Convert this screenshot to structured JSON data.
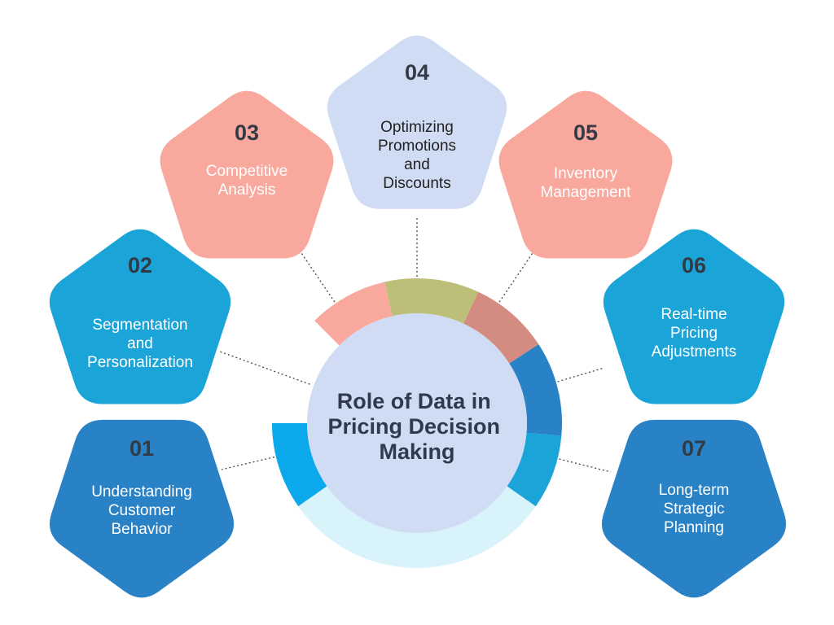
{
  "title": {
    "lines": [
      "Role of Data in",
      "Pricing Decision",
      "Making"
    ]
  },
  "colors": {
    "dark_blue": "#2a82c6",
    "cyan": "#1ba4d8",
    "salmon": "#f8a89d",
    "lavender": "#cfdcf3",
    "olive": "#bdbf78",
    "rose": "#d48c80",
    "bright_blue": "#0ba8ec",
    "pale_cyan": "#d9f3fb",
    "text_dark": "#333a45",
    "text_white": "#ffffff"
  },
  "items": [
    {
      "number": "01",
      "lines": [
        "Understanding",
        "Customer",
        "Behavior"
      ],
      "color": "#2a82c6",
      "text_color": "#ffffff"
    },
    {
      "number": "02",
      "lines": [
        "Segmentation",
        "and",
        "Personalization"
      ],
      "color": "#1ba4d8",
      "text_color": "#ffffff"
    },
    {
      "number": "03",
      "lines": [
        "Competitive",
        "Analysis"
      ],
      "color": "#f8a89d",
      "text_color": "#ffffff"
    },
    {
      "number": "04",
      "lines": [
        "Optimizing",
        "Promotions",
        "and",
        "Discounts"
      ],
      "color": "#cfdcf3",
      "text_color": "#222222"
    },
    {
      "number": "05",
      "lines": [
        "Inventory",
        "Management"
      ],
      "color": "#f8a89d",
      "text_color": "#ffffff"
    },
    {
      "number": "06",
      "lines": [
        "Real-time",
        "Pricing",
        "Adjustments"
      ],
      "color": "#1ba4d8",
      "text_color": "#ffffff"
    },
    {
      "number": "07",
      "lines": [
        "Long-term",
        "Strategic",
        "Planning"
      ],
      "color": "#2a82c6",
      "text_color": "#ffffff"
    }
  ]
}
